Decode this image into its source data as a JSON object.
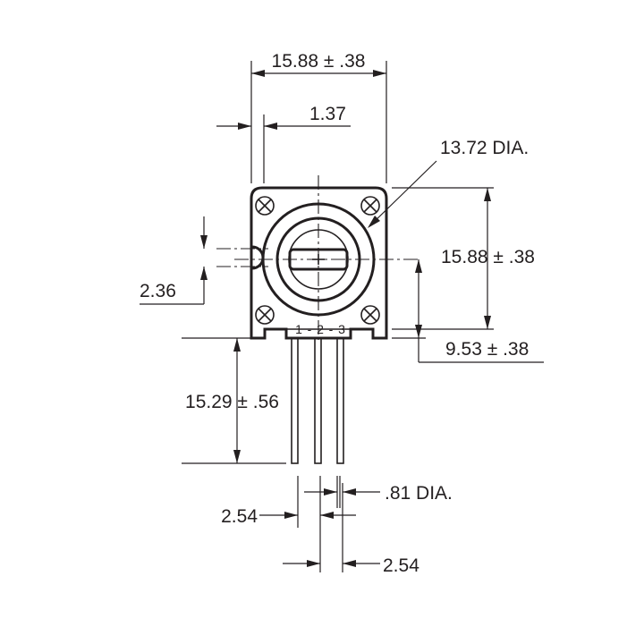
{
  "dimensions": {
    "body_width": "15.88 ± .38",
    "mount_offset": "1.37",
    "knob_diameter": "13.72 DIA.",
    "body_height": "15.88 ± .38",
    "notch_height": "2.36",
    "center_height": "9.53 ± .38",
    "pin_length": "15.29 ± .56",
    "pin_diameter": ".81 DIA.",
    "pin_spacing_left": "2.54",
    "pin_spacing_right": "2.54"
  },
  "pin_labels": {
    "pin1": "1",
    "sep1": "-",
    "pin2": "2",
    "sep2": "-",
    "pin3": "3"
  },
  "colors": {
    "ink": "#231f20",
    "background": "#ffffff"
  },
  "icons": {
    "screw": "cross-slot-screw-icon",
    "adjuster": "slotted-adjuster"
  }
}
